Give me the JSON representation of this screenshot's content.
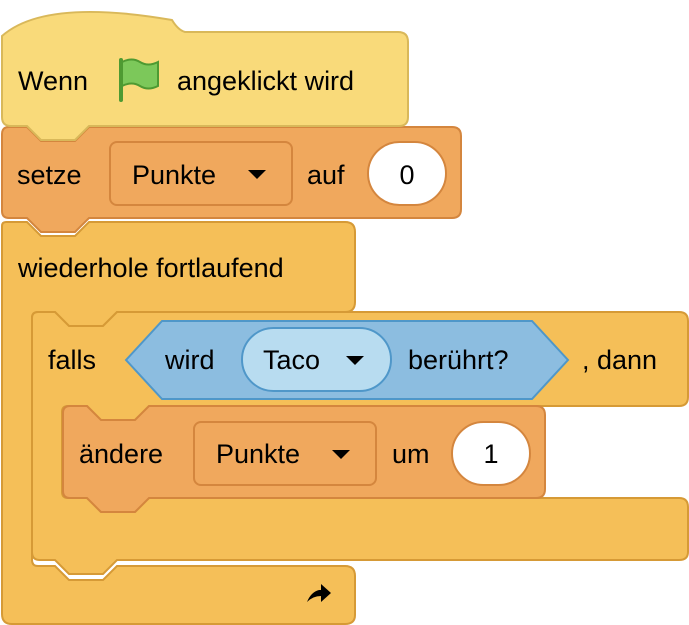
{
  "script": {
    "hat": {
      "label_before": "Wenn",
      "icon": "green-flag-icon",
      "label_after": "angeklickt wird"
    },
    "set_block": {
      "label": "setze",
      "variable": "Punkte",
      "label_mid": "auf",
      "value": "0"
    },
    "forever_block": {
      "label": "wiederhole fortlaufend",
      "icon": "loop-arrow-icon"
    },
    "if_block": {
      "label": "falls",
      "label_after": ", dann"
    },
    "touching_block": {
      "label": "wird",
      "object": "Taco",
      "label_after": "berührt?"
    },
    "change_block": {
      "label": "ändere",
      "variable": "Punkte",
      "label_mid": "um",
      "value": "1"
    }
  },
  "colors": {
    "events": "#F9DA7A",
    "events_border": "#D9B85A",
    "variables": "#F0A85D",
    "variables_border": "#D4863E",
    "control": "#F5BF58",
    "control_border": "#D69A36",
    "sensing": "#8CBDE0",
    "sensing_border": "#4F97C9",
    "sensing_field": "#B8DCF0",
    "flag": "#7CC85A"
  }
}
